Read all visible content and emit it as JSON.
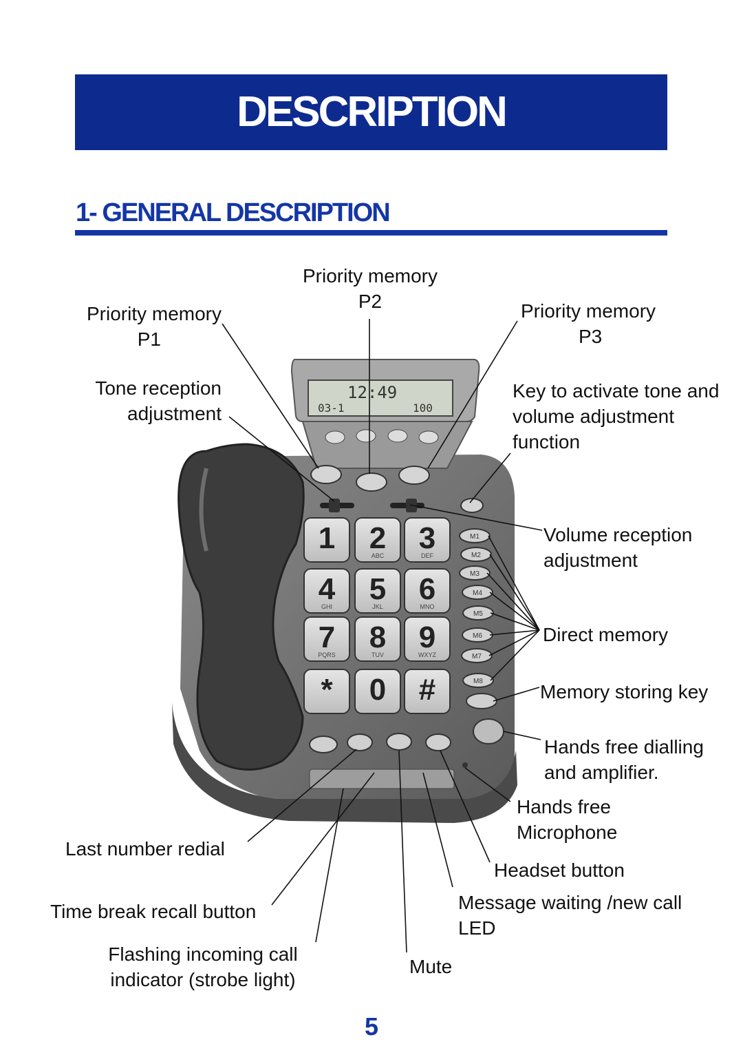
{
  "header": {
    "title": "DESCRIPTION"
  },
  "section": {
    "title": "1- GENERAL DESCRIPTION"
  },
  "display": {
    "time": "12:49",
    "date": "03-1",
    "counter": "100"
  },
  "keypad": {
    "digits": [
      "1",
      "2",
      "3",
      "4",
      "5",
      "6",
      "7",
      "8",
      "9",
      "*",
      "0",
      "#"
    ],
    "letters": [
      "",
      "ABC",
      "DEF",
      "GHI",
      "JKL",
      "MNO",
      "PQRS",
      "TUV",
      "WXYZ",
      "",
      "",
      ""
    ]
  },
  "memory_keys": [
    "M1",
    "M2",
    "M3",
    "M4",
    "M5",
    "M6",
    "M7",
    "M8"
  ],
  "labels": {
    "p2_line1": "Priority memory",
    "p2_line2": "P2",
    "p1_line1": "Priority memory",
    "p1_line2": "P1",
    "p3_line1": "Priority memory",
    "p3_line2": "P3",
    "tone_line1": "Tone reception",
    "tone_line2": "adjustment",
    "key_line1": "Key to activate tone and",
    "key_line2": "volume adjustment",
    "key_line3": "function",
    "vol_line1": "Volume reception",
    "vol_line2": "adjustment",
    "direct_memory": "Direct memory",
    "memory_storing": "Memory storing key",
    "handsfree_line1": "Hands free dialling",
    "handsfree_line2": "and amplifier.",
    "mic_line1": "Hands free",
    "mic_line2": "Microphone",
    "last_redial": "Last  number redial",
    "headset": "Headset button",
    "time_break": "Time break recall button",
    "msg_line1": "Message waiting /new call",
    "msg_line2": "LED",
    "flash_line1": "Flashing incoming call",
    "flash_line2": "indicator (strobe light)",
    "mute": "Mute"
  },
  "page_number": "5"
}
